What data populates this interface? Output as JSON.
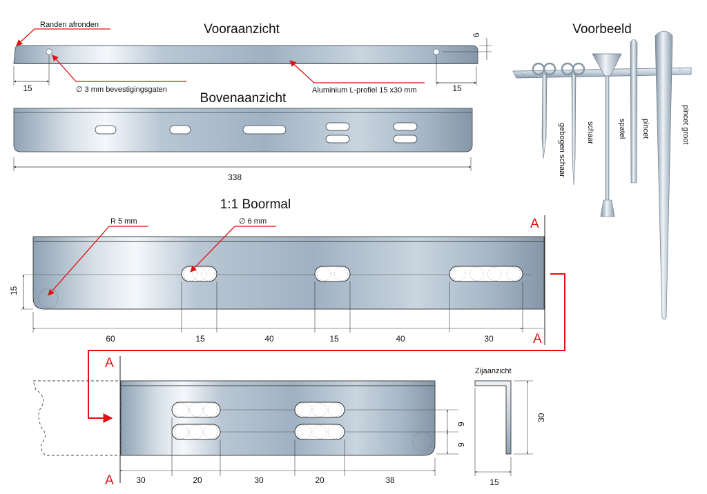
{
  "views": {
    "front": {
      "title": "Vooraanzicht",
      "annotation_round_edges": "Randen afronden",
      "annotation_holes": "∅ 3 mm bevestigingsgaten",
      "annotation_profile": "Aluminium L-profiel 15 x30 mm",
      "dim_height": "6",
      "dim_left": "15",
      "dim_right": "15"
    },
    "top": {
      "title": "Bovenaanzicht",
      "dim_length": "338"
    },
    "example": {
      "title": "Voorbeeld",
      "tools": [
        "gebogen schaar",
        "schaar",
        "spatel",
        "pincet",
        "pincet groot"
      ]
    },
    "template": {
      "title": "1:1 Boormal",
      "annotation_radius": "R 5 mm",
      "annotation_hole": "∅ 6 mm",
      "section_marker": "A",
      "dim_vertical": "15",
      "dims_row1": [
        "60",
        "15",
        "40",
        "15",
        "40",
        "30"
      ],
      "dims_row2": [
        "30",
        "20",
        "30",
        "20",
        "38"
      ],
      "dim_slot_a": "9",
      "dim_slot_b": "9"
    },
    "side": {
      "title": "Zijaanzicht",
      "dim_height": "30",
      "dim_width": "15"
    }
  },
  "colors": {
    "accent_red": "#e01010",
    "metal_light": "#f2f5f8",
    "metal_mid": "#a9b9c8",
    "metal_dark": "#7f93a6",
    "background": "#ffffff"
  }
}
